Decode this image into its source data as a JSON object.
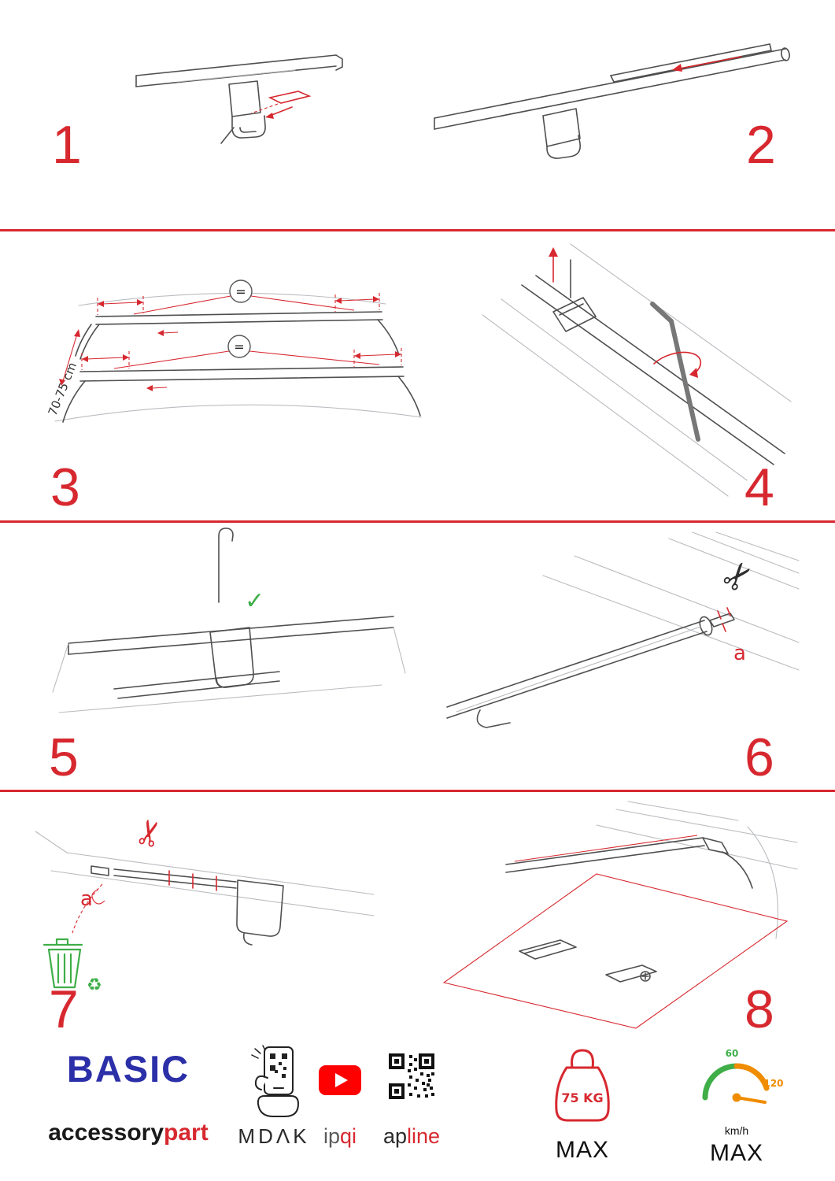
{
  "colors": {
    "accent_red": "#d7282f",
    "brand_blue": "#2b2fa8",
    "green": "#3fae49",
    "orange": "#f08c00",
    "youtube_red": "#ff0000",
    "ink": "#1a1a1a"
  },
  "steps": [
    {
      "number": "1"
    },
    {
      "number": "2"
    },
    {
      "number": "3",
      "dimension_label": "70-75 cm",
      "equal_symbol": "="
    },
    {
      "number": "4"
    },
    {
      "number": "5"
    },
    {
      "number": "6",
      "part_label": "a"
    },
    {
      "number": "7",
      "part_label": "a"
    },
    {
      "number": "8"
    }
  ],
  "icons": {
    "scissors_glyph": "✂",
    "check_glyph": "✓",
    "recycle_glyph": "♻"
  },
  "footer": {
    "brand_title": "BASIC",
    "brand_sub_primary": "accessory",
    "brand_sub_accent": "part",
    "partner_mdak": "MDΛK",
    "partner_ip": "ip",
    "partner_qi": "qi",
    "partner_ap": "ap",
    "partner_line": "line",
    "weight_limit_value": "75 KG",
    "weight_limit_max": "MAX",
    "speed_tick_low": "60",
    "speed_tick_high": "120",
    "speed_unit": "km/h",
    "speed_limit_max": "MAX"
  }
}
